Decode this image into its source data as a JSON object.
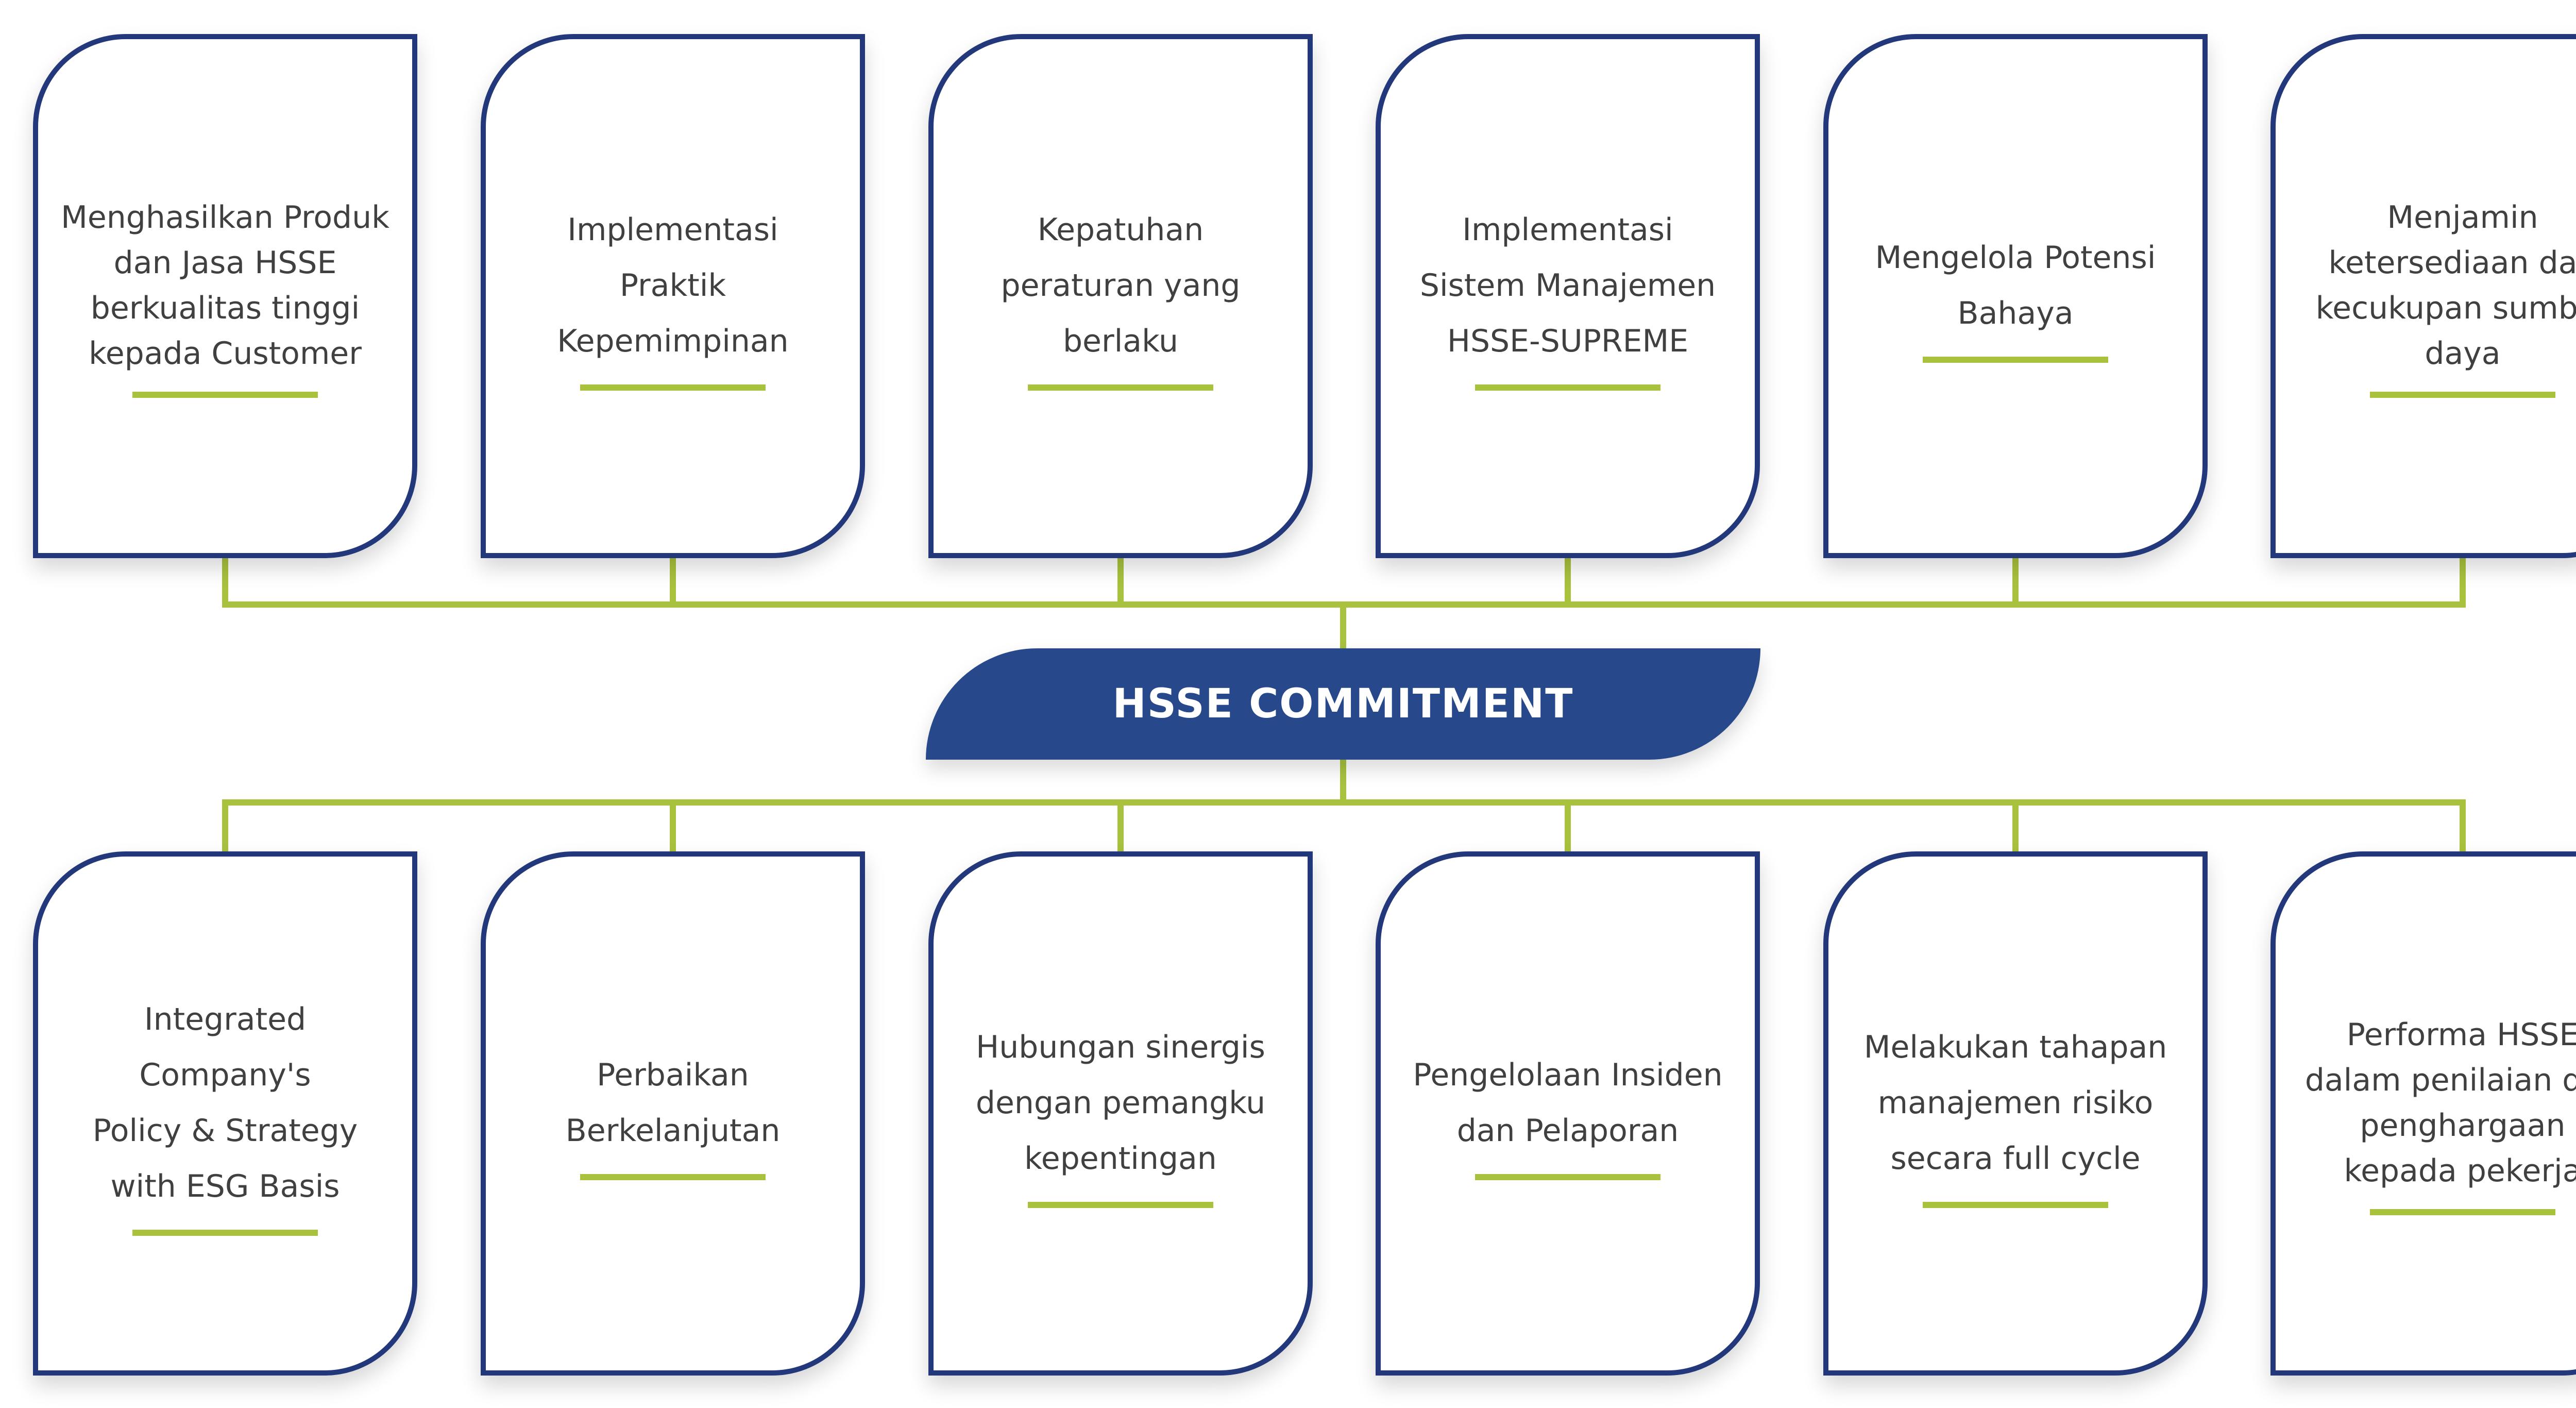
{
  "center": {
    "label": "HSSE COMMITMENT",
    "color": "#27488a"
  },
  "connector_color": "#a8c23e",
  "card_border_color": "#22387a",
  "top_cards": [
    {
      "text": "Menghasilkan Produk\ndan Jasa HSSE\nberkualitas tinggi\nkepada Customer"
    },
    {
      "text": "Implementasi\nPraktik\nKepemimpinan"
    },
    {
      "text": "Kepatuhan\nperaturan yang\nberlaku"
    },
    {
      "text": "Implementasi\nSistem Manajemen\nHSSE-SUPREME"
    },
    {
      "text": "Mengelola Potensi\nBahaya"
    },
    {
      "text": "Menjamin\nketersediaan dan\nkecukupan sumber\ndaya"
    }
  ],
  "bottom_cards": [
    {
      "text": "Integrated Company's\nPolicy & Strategy\nwith ESG Basis"
    },
    {
      "text": "Perbaikan\nBerkelanjutan"
    },
    {
      "text": "Hubungan sinergis\ndengan pemangku\nkepentingan"
    },
    {
      "text": "Pengelolaan Insiden\ndan Pelaporan"
    },
    {
      "text": "Melakukan tahapan\nmanajemen risiko\nsecara full cycle"
    },
    {
      "text": "Performa HSSE\ndalam penilaian dan\npenghargaan\nkepada pekerja"
    }
  ]
}
